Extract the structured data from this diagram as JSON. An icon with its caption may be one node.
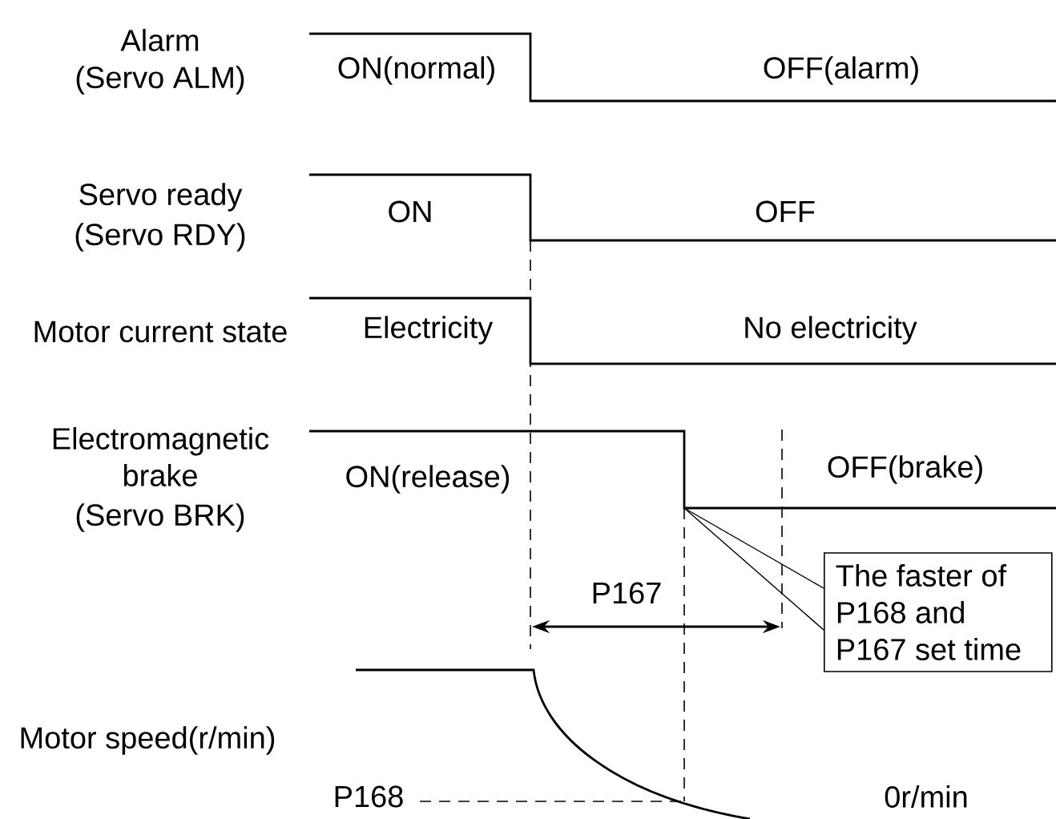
{
  "diagram": {
    "nodes": [
      {
        "text": [
          "The faster of P168 and P167 set time"
        ]
      },
      {
        "text": [],
        "shape": "line"
      }
    ],
    "edges": [
      {
        "from": 0,
        "to": 1,
        "arrow": "none"
      },
      {
        "from": 0,
        "to": 1,
        "arrow": "none"
      }
    ],
    "labels": [
      "Alarm",
      "(Servo ALM)",
      "ON(normal)",
      "OFF(alarm)",
      "Servo ready",
      "(Servo RDY)",
      "ON",
      "OFF",
      "Motor current state",
      "Electricity",
      "No electricity",
      "Electromagnetic brake",
      "(Servo BRK)",
      "ON(release)",
      "OFF(brake)",
      "P167",
      "Motor speed(r/min)",
      "P168",
      "0r/min"
    ]
  }
}
